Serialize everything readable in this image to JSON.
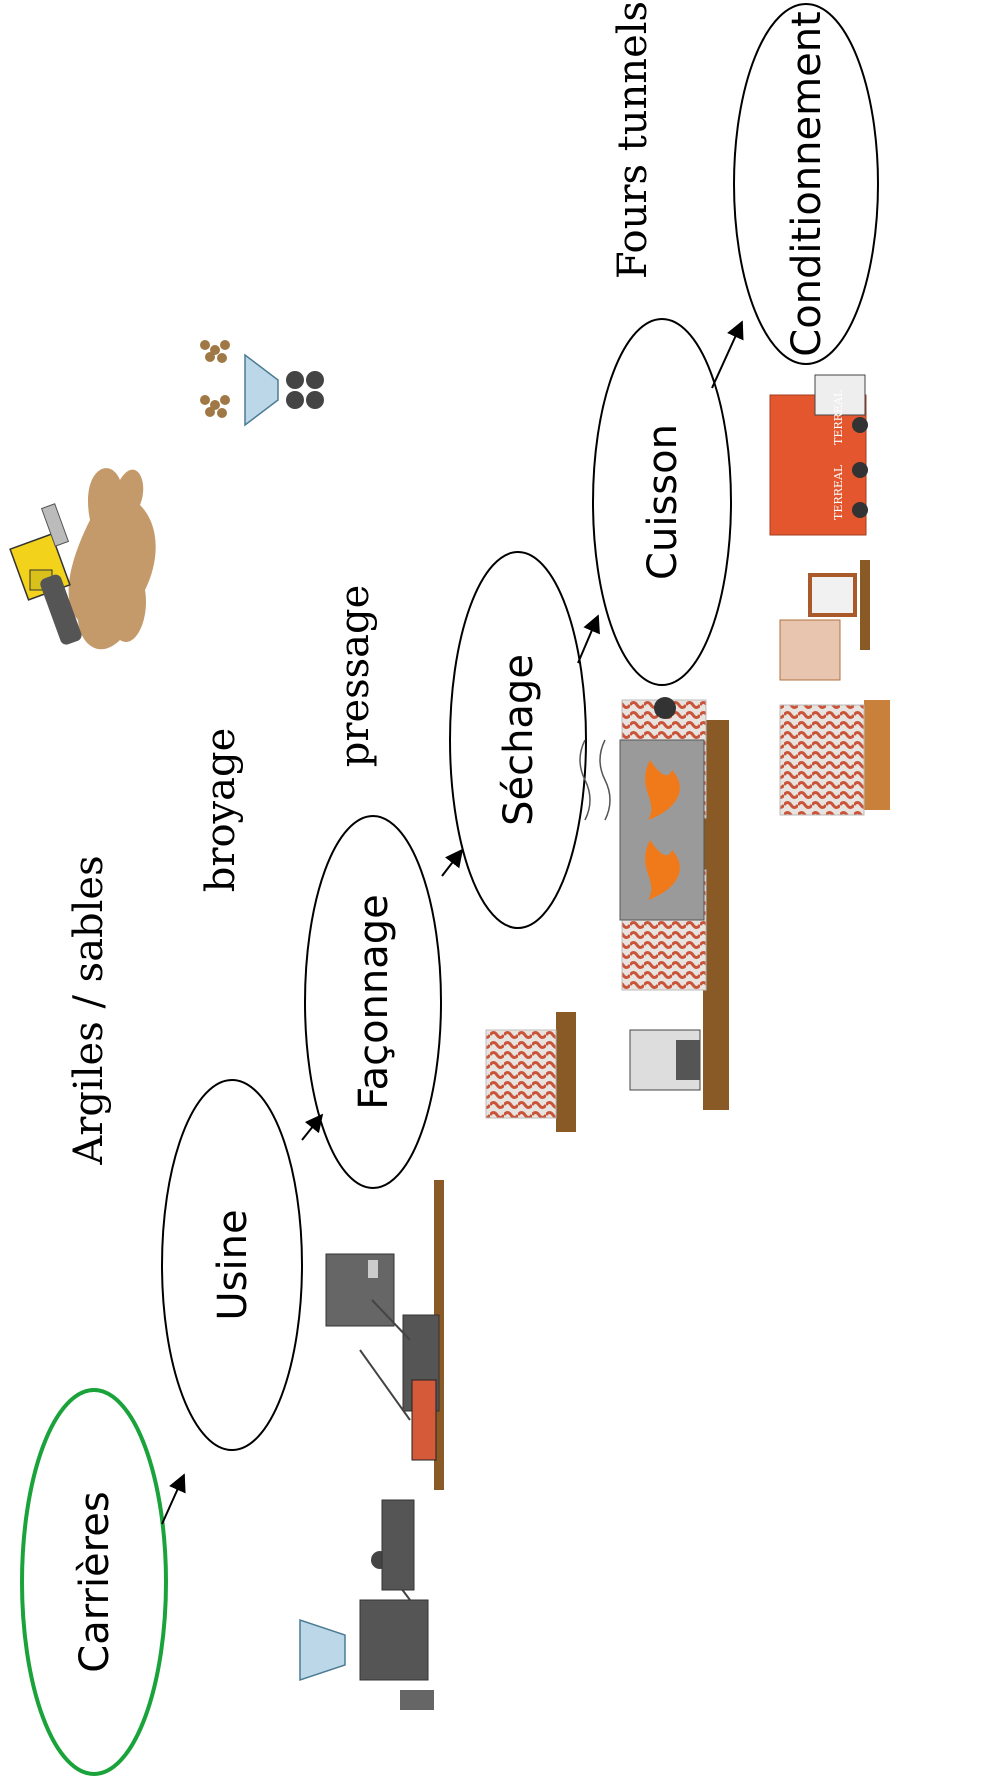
{
  "diagram": {
    "stages": [
      {
        "id": "carrieres",
        "label": "Carrières",
        "highlight_color": "#1aa33a"
      },
      {
        "id": "usine",
        "label": "Usine"
      },
      {
        "id": "faconnage",
        "label": "Façonnage"
      },
      {
        "id": "sechage",
        "label": "Séchage"
      },
      {
        "id": "cuisson",
        "label": "Cuisson"
      },
      {
        "id": "conditionnement",
        "label": "Conditionnement"
      }
    ],
    "process_labels": {
      "argiles": "Argiles / sables",
      "broyage": "broyage",
      "pressage": "pressage",
      "fours": "Fours tunnels"
    },
    "truck": {
      "brand_left": "TERREAL",
      "brand_right": "TERREAL",
      "body_color": "#e4572e"
    },
    "icons": [
      "bulldozer-icon",
      "crusher-icon",
      "production-line-icon",
      "press-icon",
      "dryer-kiln-icon",
      "pallet-icon",
      "truck-icon"
    ]
  }
}
